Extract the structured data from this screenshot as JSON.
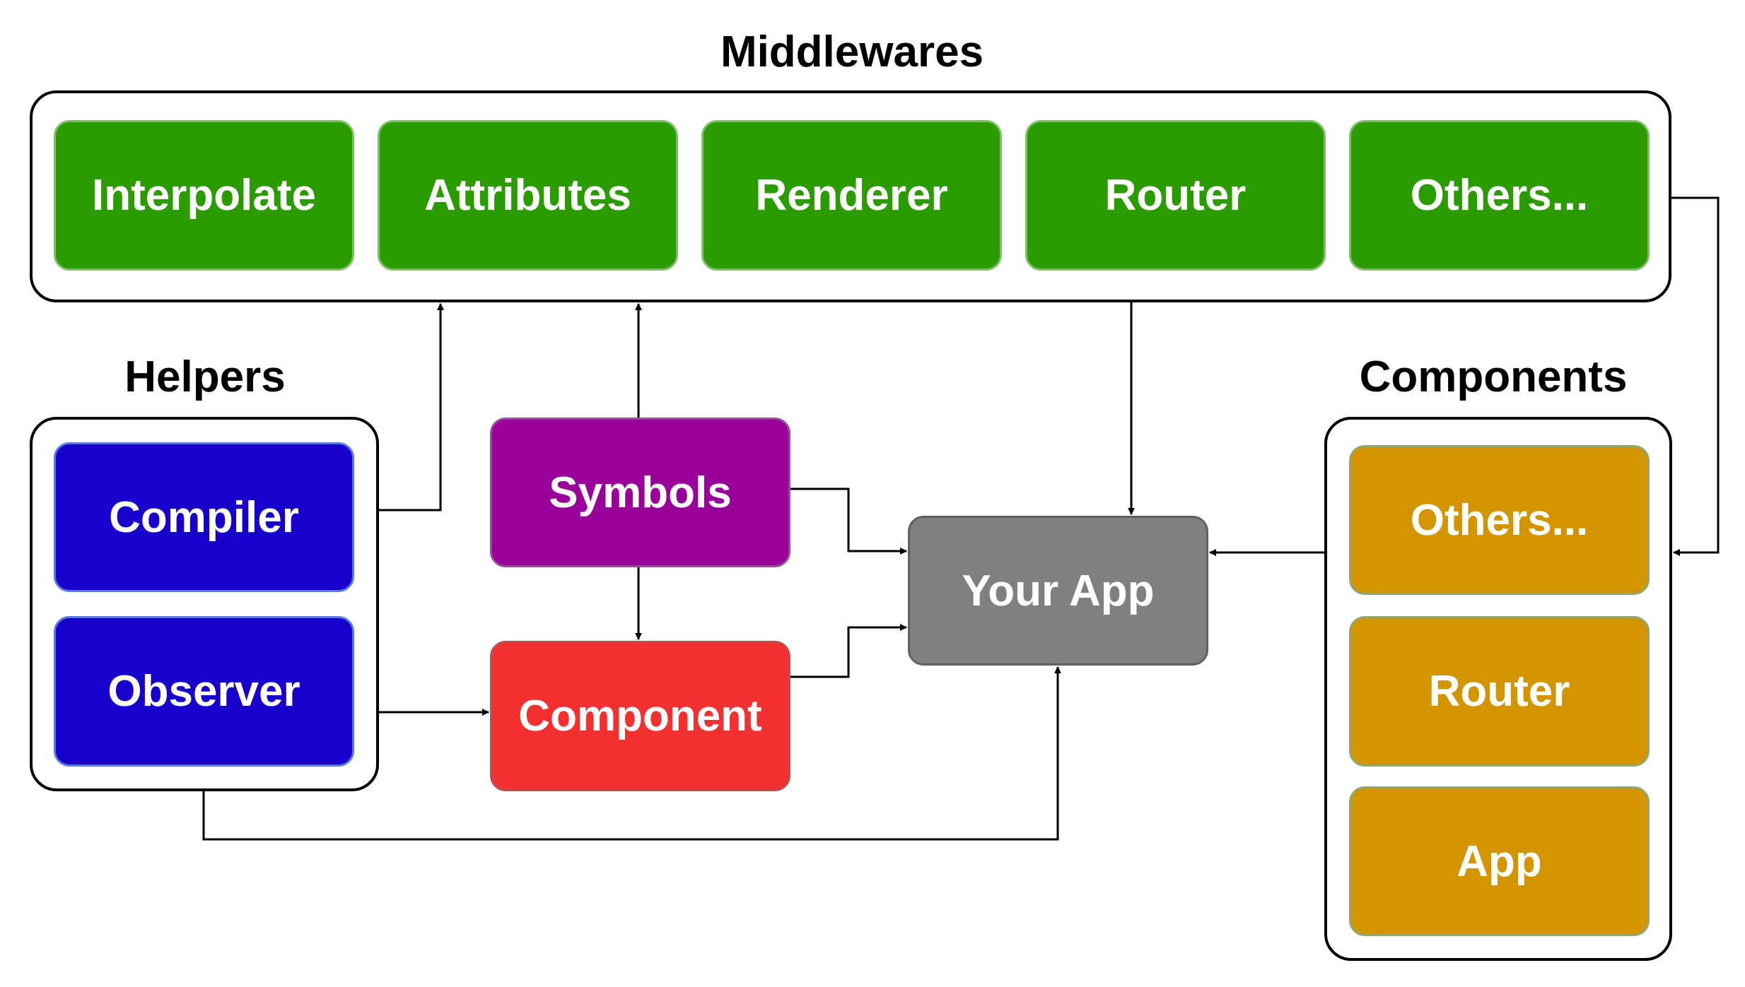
{
  "colors": {
    "middleware": "#2a9c00",
    "middleware_border": "#7fbf6a",
    "helper": "#1800cc",
    "helper_border": "#5a78e0",
    "symbols": "#990099",
    "symbols_border": "#9a4a9a",
    "component": "#f33030",
    "component_border": "#b85050",
    "app": "#808080",
    "app_border": "#606060",
    "components_item": "#d29500",
    "components_item_border": "#8fa870",
    "line": "#000000"
  },
  "groups": {
    "middlewares": {
      "title": "Middlewares",
      "items": [
        "Interpolate",
        "Attributes",
        "Renderer",
        "Router",
        "Others..."
      ]
    },
    "helpers": {
      "title": "Helpers",
      "items": [
        "Compiler",
        "Observer"
      ]
    },
    "components": {
      "title": "Components",
      "items": [
        "Others...",
        "Router",
        "App"
      ]
    }
  },
  "nodes": {
    "symbols": "Symbols",
    "component": "Component",
    "your_app": "Your App"
  }
}
